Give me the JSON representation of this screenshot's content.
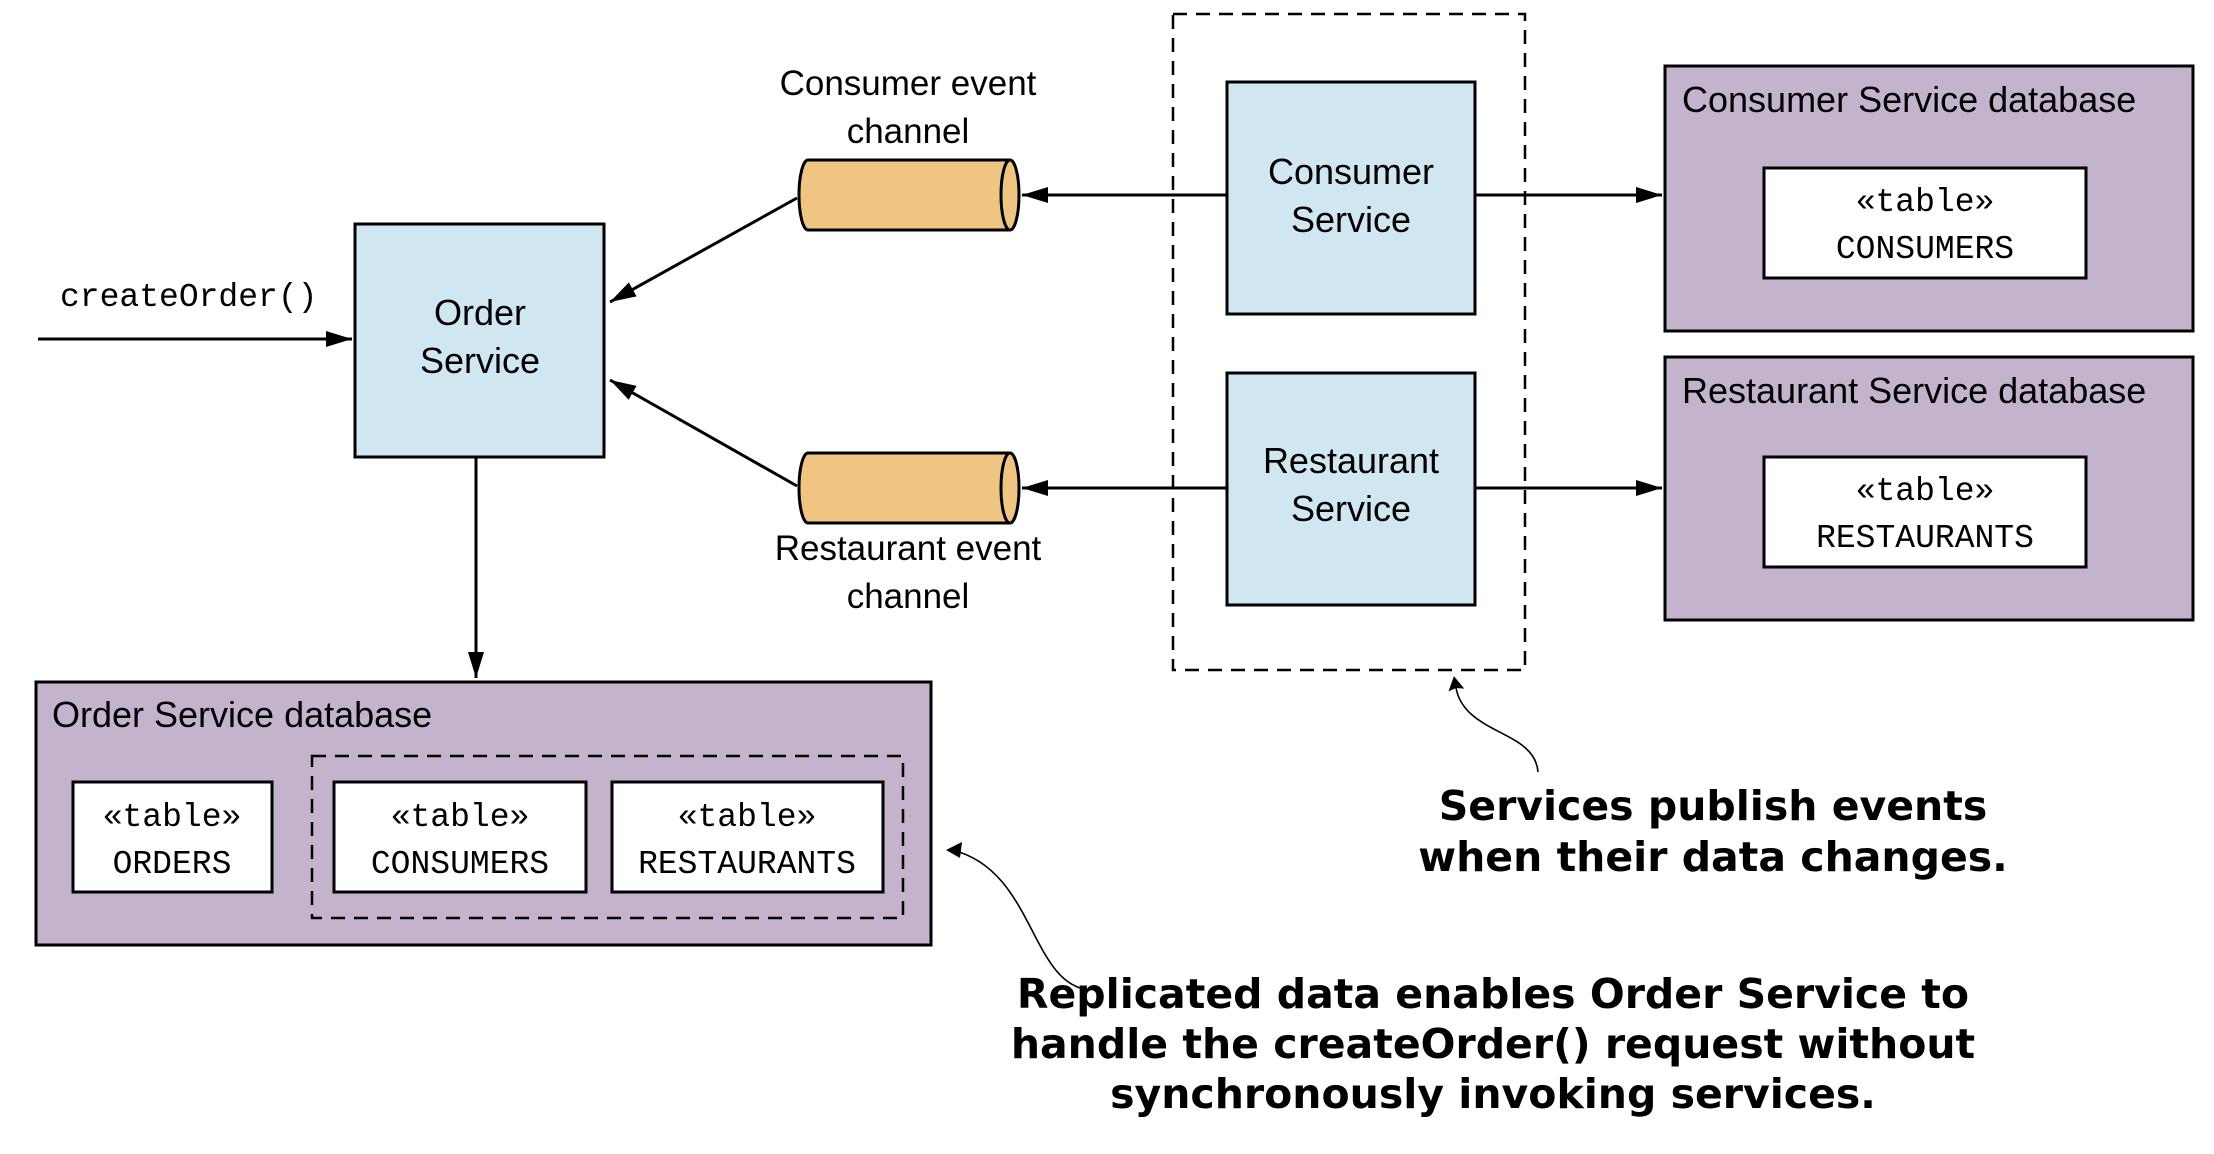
{
  "call": {
    "label": "createOrder()"
  },
  "order_service": {
    "line1": "Order",
    "line2": "Service"
  },
  "consumer_service": {
    "line1": "Consumer",
    "line2": "Service"
  },
  "restaurant_service": {
    "line1": "Restaurant",
    "line2": "Service"
  },
  "consumer_channel": {
    "line1": "Consumer event",
    "line2": "channel"
  },
  "restaurant_channel": {
    "line1": "Restaurant event",
    "line2": "channel"
  },
  "consumer_db": {
    "title": "Consumer Service database",
    "table": {
      "stereotype": "«table»",
      "name": "CONSUMERS"
    }
  },
  "restaurant_db": {
    "title": "Restaurant Service database",
    "table": {
      "stereotype": "«table»",
      "name": "RESTAURANTS"
    }
  },
  "order_db": {
    "title": "Order Service database",
    "tables": [
      {
        "stereotype": "«table»",
        "name": "ORDERS"
      },
      {
        "stereotype": "«table»",
        "name": "CONSUMERS"
      },
      {
        "stereotype": "«table»",
        "name": "RESTAURANTS"
      }
    ]
  },
  "annotation_publish": {
    "line1": "Services publish events",
    "line2": "when their data changes."
  },
  "annotation_replicated": {
    "line1": "Replicated data enables Order Service to",
    "line2": "handle the createOrder() request without",
    "line3": "synchronously invoking services."
  },
  "colors": {
    "service_fill": "#d0e6f1",
    "database_fill": "#c3b3cd",
    "channel_fill": "#efc581",
    "table_fill": "#ffffff"
  }
}
